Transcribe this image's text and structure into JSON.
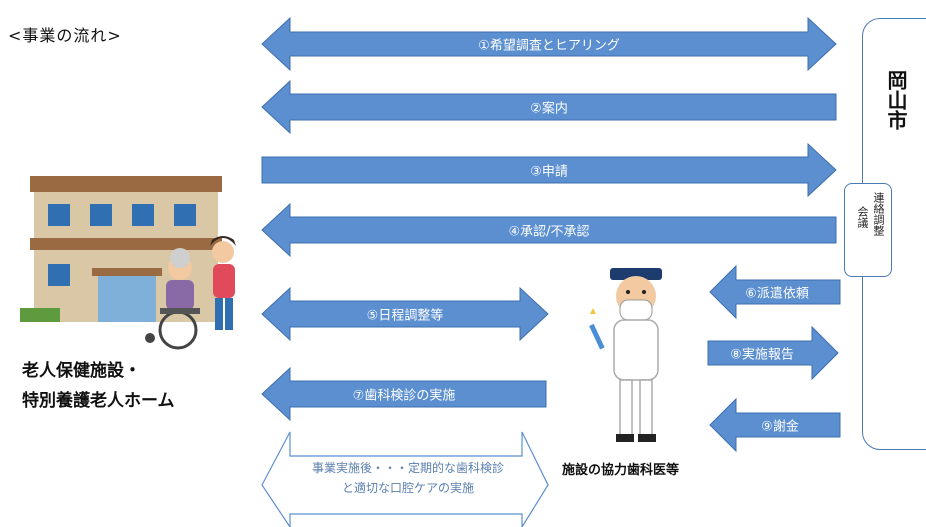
{
  "title": "<事業の流れ>",
  "arrows": [
    {
      "label": "①希望調査とヒアリング"
    },
    {
      "label": "②案内"
    },
    {
      "label": "③申請"
    },
    {
      "label": "④承認/不承認"
    },
    {
      "label": "⑤日程調整等"
    },
    {
      "label": "⑦歯科検診の実施"
    },
    {
      "label": "⑥派遣依頼"
    },
    {
      "label": "⑧実施報告"
    },
    {
      "label": "⑨謝金"
    }
  ],
  "city": {
    "name": "岡山市"
  },
  "meeting": {
    "line1": "連絡調整",
    "line2": "会議"
  },
  "facility": {
    "line1": "老人保健施設・",
    "line2": "特別養護老人ホーム"
  },
  "dentist": {
    "label": "施設の協力歯科医等"
  },
  "note": {
    "line1": "事業実施後・・・定期的な歯科検診",
    "line2": "と適切な口腔ケアの実施"
  },
  "colors": {
    "arrow_fill": "#5b8fd0",
    "arrow_stroke": "#3e6fae",
    "box_border": "#4a7bb7"
  }
}
